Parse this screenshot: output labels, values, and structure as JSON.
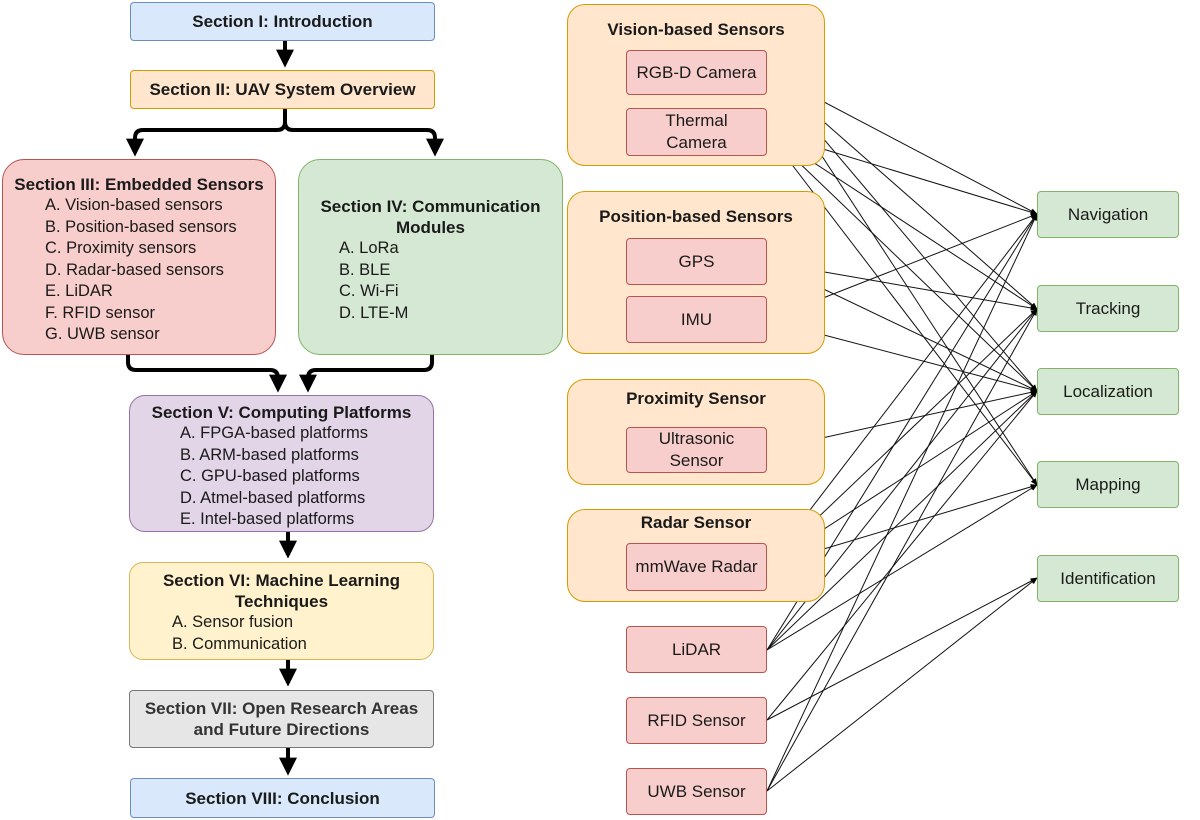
{
  "sections": {
    "s1": "Section I: Introduction",
    "s2": "Section II: UAV System Overview",
    "s3": {
      "title": "Section III: Embedded Sensors",
      "items": [
        "A. Vision-based sensors",
        "B. Position-based sensors",
        "C. Proximity sensors",
        "D. Radar-based sensors",
        "E. LiDAR",
        "F.  RFID sensor",
        "G. UWB sensor"
      ]
    },
    "s4": {
      "title_line1": "Section IV: Communication",
      "title_line2": "Modules",
      "items": [
        "A. LoRa",
        "B. BLE",
        "C. Wi-Fi",
        "D. LTE-M"
      ]
    },
    "s5": {
      "title": "Section V: Computing Platforms",
      "items": [
        "A. FPGA-based platforms",
        "B. ARM-based platforms",
        "C. GPU-based platforms",
        "D. Atmel-based platforms",
        "E. Intel-based platforms"
      ]
    },
    "s6": {
      "title_line1": "Section VI: Machine Learning",
      "title_line2": "Techniques",
      "items": [
        "A. Sensor fusion",
        "B. Communication"
      ]
    },
    "s7": {
      "title_line1": "Section VII: Open Research Areas",
      "title_line2": "and Future Directions"
    },
    "s8": "Section VIII: Conclusion"
  },
  "sensor_groups": {
    "vision": "Vision-based Sensors",
    "position": "Position-based Sensors",
    "proximity": "Proximity Sensor",
    "radar": "Radar Sensor"
  },
  "sensors": {
    "rgbd": "RGB-D Camera",
    "thermal_l1": "Thermal",
    "thermal_l2": "Camera",
    "gps": "GPS",
    "imu": "IMU",
    "ultrasonic_l1": "Ultrasonic",
    "ultrasonic_l2": "Sensor",
    "mmwave": "mmWave Radar",
    "lidar": "LiDAR",
    "rfid": "RFID Sensor",
    "uwb": "UWB Sensor"
  },
  "applications": {
    "navigation": "Navigation",
    "tracking": "Tracking",
    "localization": "Localization",
    "mapping": "Mapping",
    "identification": "Identification"
  },
  "connections": [
    [
      "rgbd",
      "navigation"
    ],
    [
      "rgbd",
      "tracking"
    ],
    [
      "rgbd",
      "localization"
    ],
    [
      "rgbd",
      "mapping"
    ],
    [
      "thermal",
      "navigation"
    ],
    [
      "thermal",
      "tracking"
    ],
    [
      "thermal",
      "localization"
    ],
    [
      "thermal",
      "mapping"
    ],
    [
      "gps",
      "tracking"
    ],
    [
      "gps",
      "localization"
    ],
    [
      "imu",
      "navigation"
    ],
    [
      "imu",
      "localization"
    ],
    [
      "ultrasonic",
      "localization"
    ],
    [
      "mmwave",
      "navigation"
    ],
    [
      "mmwave",
      "tracking"
    ],
    [
      "mmwave",
      "localization"
    ],
    [
      "mmwave",
      "mapping"
    ],
    [
      "lidar",
      "navigation"
    ],
    [
      "lidar",
      "tracking"
    ],
    [
      "lidar",
      "localization"
    ],
    [
      "lidar",
      "mapping"
    ],
    [
      "rfid",
      "localization"
    ],
    [
      "rfid",
      "identification"
    ],
    [
      "uwb",
      "navigation"
    ],
    [
      "uwb",
      "tracking"
    ],
    [
      "uwb",
      "identification"
    ]
  ]
}
